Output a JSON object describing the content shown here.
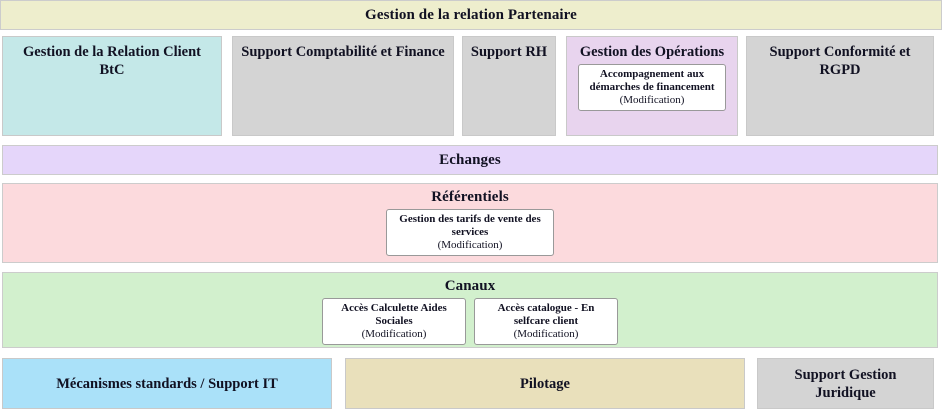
{
  "banner": {
    "title": "Gestion de la relation Partenaire",
    "color": "#eeeecd"
  },
  "capabilities": [
    {
      "name": "gestion-relation-client-btc",
      "title": "Gestion de la Relation Client BtC",
      "color": "#c4e8e8",
      "cards": []
    },
    {
      "name": "support-comptabilite-finance",
      "title": "Support Comptabilité et Finance",
      "color": "#d4d4d4",
      "cards": []
    },
    {
      "name": "support-rh",
      "title": "Support RH",
      "color": "#d4d4d4",
      "cards": []
    },
    {
      "name": "gestion-des-operations",
      "title": "Gestion des Opérations",
      "color": "#e8d4ee",
      "cards": [
        {
          "title": "Accompagnement aux démarches de financement",
          "subtitle": "(Modification)"
        }
      ]
    },
    {
      "name": "support-conformite-rgpd",
      "title": "Support Conformité et RGPD",
      "color": "#d4d4d4",
      "cards": []
    }
  ],
  "bands": [
    {
      "name": "echanges",
      "title": "Echanges",
      "color": "#e5d6fa",
      "cards": []
    },
    {
      "name": "referentiels",
      "title": "Référentiels",
      "color": "#fcdadd",
      "cards": [
        {
          "title": "Gestion des tarifs de vente des services",
          "subtitle": "(Modification)"
        }
      ]
    },
    {
      "name": "canaux",
      "title": "Canaux",
      "color": "#d2f0cd",
      "cards": [
        {
          "title": "Accès Calculette Aides Sociales",
          "subtitle": "(Modification)"
        },
        {
          "title": "Accès catalogue - En selfcare client",
          "subtitle": "(Modification)"
        }
      ]
    }
  ],
  "footer": [
    {
      "name": "mecanismes-standards-support-it",
      "title": "Mécanismes standards / Support IT",
      "color": "#aae1f9"
    },
    {
      "name": "pilotage",
      "title": "Pilotage",
      "color": "#e9e0bb"
    },
    {
      "name": "support-gestion-juridique",
      "title": "Support Gestion Juridique",
      "color": "#d4d4d4"
    }
  ]
}
